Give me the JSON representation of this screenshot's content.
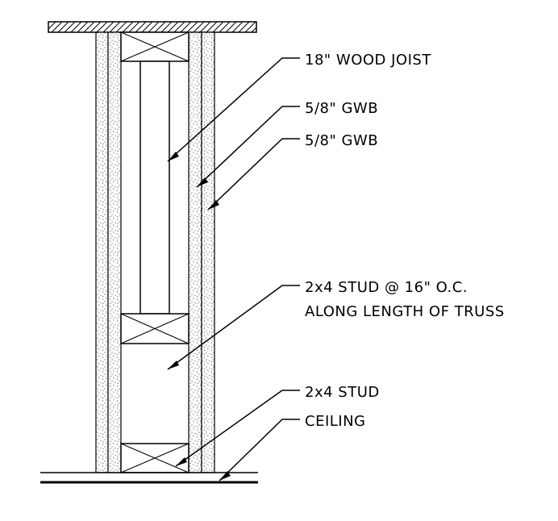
{
  "labels": {
    "joist": "18\" WOOD JOIST",
    "gwb_1": "5/8\" GWB",
    "gwb_2": "5/8\" GWB",
    "stud_oc_line1": "2x4 STUD @ 16\" O.C.",
    "stud_oc_line2": "ALONG LENGTH OF TRUSS",
    "stud": "2x4 STUD",
    "ceiling": "CEILING"
  },
  "colors": {
    "line": "#000000",
    "background": "#ffffff"
  }
}
